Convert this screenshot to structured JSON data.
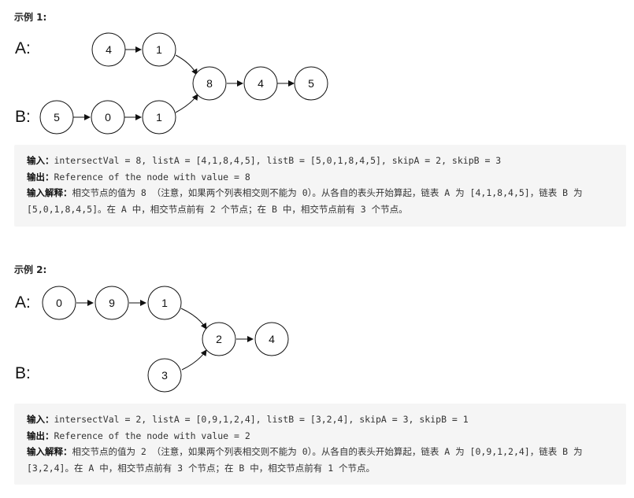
{
  "examples": [
    {
      "title": "示例 1:",
      "label_a": "A:",
      "label_b": "B:",
      "nodes": [
        {
          "id": "a1",
          "value": "4"
        },
        {
          "id": "a2",
          "value": "1"
        },
        {
          "id": "b1",
          "value": "5"
        },
        {
          "id": "b2",
          "value": "0"
        },
        {
          "id": "b3",
          "value": "1"
        },
        {
          "id": "c1",
          "value": "8"
        },
        {
          "id": "c2",
          "value": "4"
        },
        {
          "id": "c3",
          "value": "5"
        }
      ],
      "input_label": "输入：",
      "input_text": "intersectVal = 8, listA = [4,1,8,4,5], listB = [5,0,1,8,4,5], skipA = 2, skipB = 3",
      "output_label": "输出：",
      "output_text": "Reference of the node with value = 8",
      "explain_label": "输入解释：",
      "explain_text": "相交节点的值为 8 （注意，如果两个列表相交则不能为 0）。从各自的表头开始算起，链表 A 为 [4,1,8,4,5]，链表 B 为 [5,0,1,8,4,5]。在 A 中，相交节点前有 2 个节点；在 B 中，相交节点前有 3 个节点。"
    },
    {
      "title": "示例 2:",
      "label_a": "A:",
      "label_b": "B:",
      "nodes": [
        {
          "id": "a1",
          "value": "0"
        },
        {
          "id": "a2",
          "value": "9"
        },
        {
          "id": "a3",
          "value": "1"
        },
        {
          "id": "b1",
          "value": "3"
        },
        {
          "id": "c1",
          "value": "2"
        },
        {
          "id": "c2",
          "value": "4"
        }
      ],
      "input_label": "输入：",
      "input_text": "intersectVal = 2, listA = [0,9,1,2,4], listB = [3,2,4], skipA = 3, skipB = 1",
      "output_label": "输出：",
      "output_text": "Reference of the node with value = 2",
      "explain_label": "输入解释：",
      "explain_text": "相交节点的值为 2 （注意，如果两个列表相交则不能为 0）。从各自的表头开始算起，链表 A 为 [0,9,1,2,4]，链表 B 为 [3,2,4]。在 A 中，相交节点前有 3 个节点；在 B 中，相交节点前有 1 个节点。"
    }
  ]
}
